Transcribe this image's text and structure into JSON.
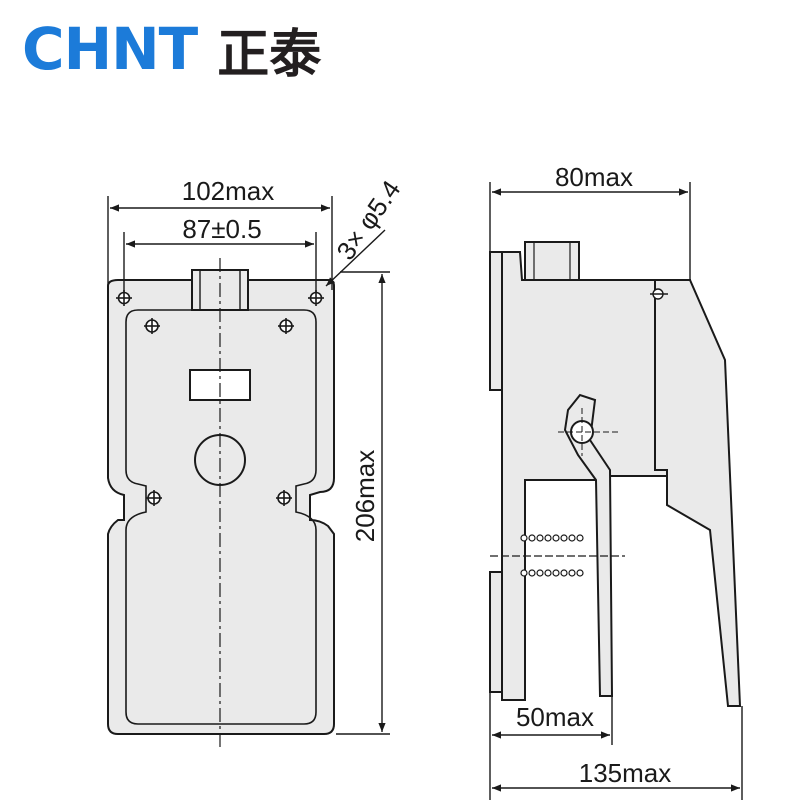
{
  "brand": {
    "latin": "CHNT",
    "chinese": "正泰",
    "color": "#1c7bd9"
  },
  "dimensions": {
    "front_width": "102max",
    "hole_spacing": "87±0.5",
    "holes": "3× φ5.4",
    "front_height": "206max",
    "side_depth_top": "80max",
    "pedal_width": "50max",
    "total_depth": "135max"
  },
  "colors": {
    "body_fill": "#eaeaea",
    "line": "#1a1a1a"
  }
}
